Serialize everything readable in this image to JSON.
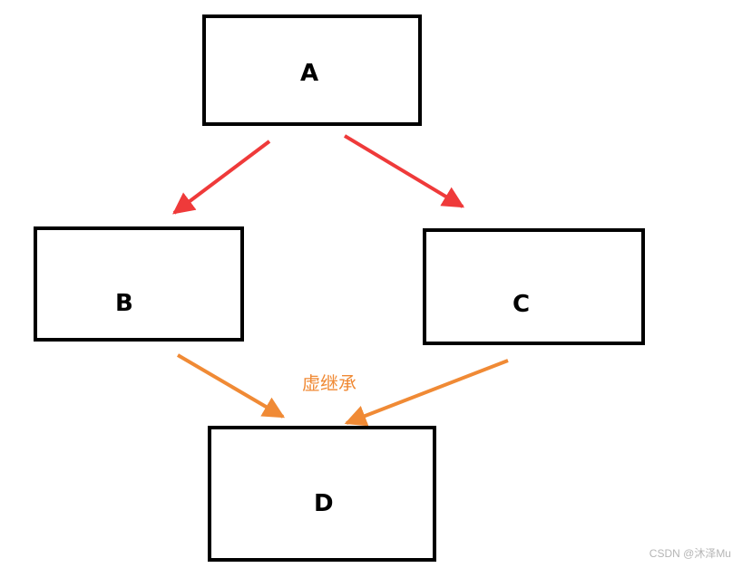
{
  "diagram": {
    "nodes": {
      "a": {
        "label": "A"
      },
      "b": {
        "label": "B"
      },
      "c": {
        "label": "C"
      },
      "d": {
        "label": "D"
      }
    },
    "edges": [
      {
        "from": "A",
        "to": "B",
        "color": "#ef3a3a"
      },
      {
        "from": "A",
        "to": "C",
        "color": "#ef3a3a"
      },
      {
        "from": "B",
        "to": "D",
        "color": "#f08a35"
      },
      {
        "from": "C",
        "to": "D",
        "color": "#f08a35"
      }
    ],
    "edge_label": "虚继承",
    "edge_label_color": "#f08a35"
  },
  "watermark": "CSDN @沐泽Mu"
}
